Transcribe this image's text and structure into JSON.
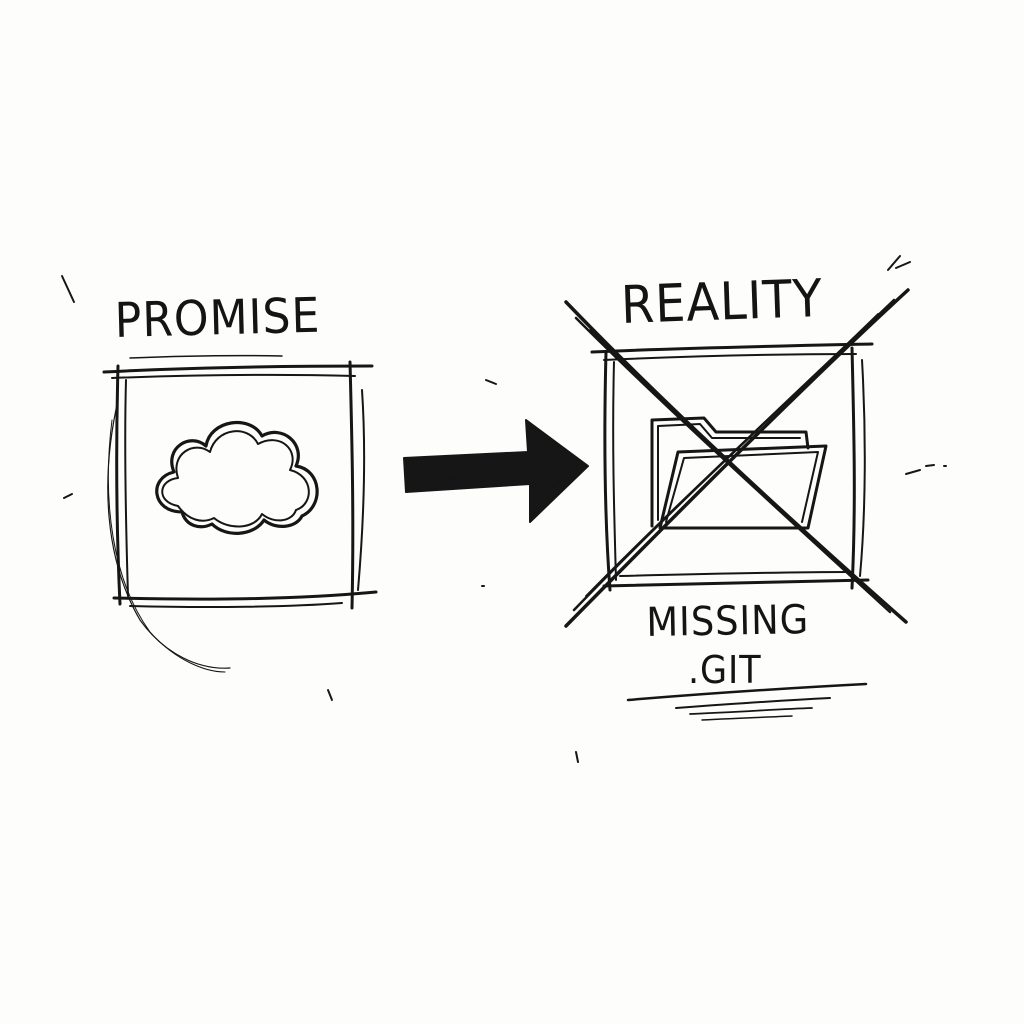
{
  "diagram": {
    "promise_label": "PROMISE",
    "reality_label": "REALITY",
    "missing_line1": "MISSING",
    "missing_line2": ".GIT",
    "icons": {
      "left": "cloud-icon",
      "right": "folder-icon",
      "connector": "arrow-right-icon",
      "overlay": "cross-out-x-icon"
    },
    "colors": {
      "ink": "#161616",
      "paper": "#fdfdfc",
      "pencil": "#b8b8b8"
    }
  }
}
